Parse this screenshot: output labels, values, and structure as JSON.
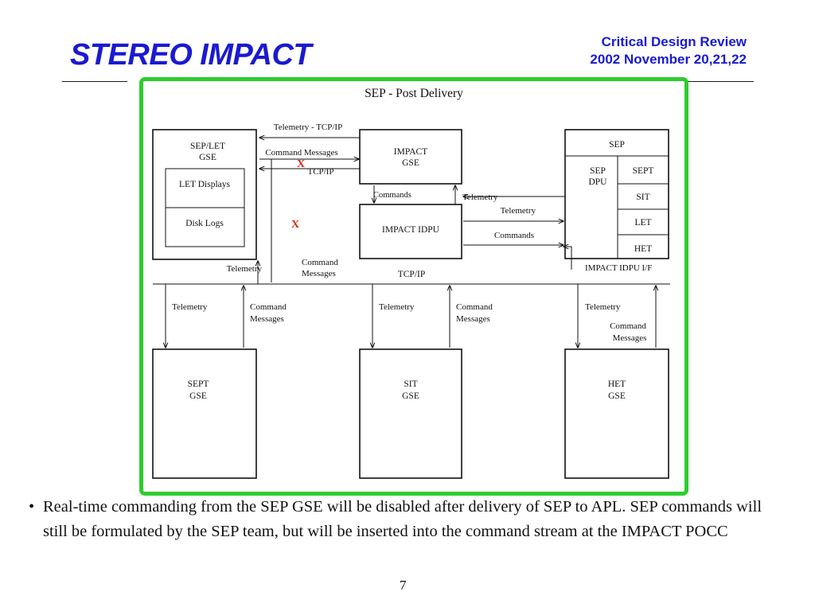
{
  "header": {
    "title": "STEREO IMPACT",
    "review_line1": "Critical Design Review",
    "review_line2": "2002 November 20,21,22"
  },
  "diagram": {
    "title": "SEP - Post Delivery",
    "boxes": {
      "sep_let_gse": [
        "SEP/LET",
        "GSE"
      ],
      "let_displays": "LET Displays",
      "disk_logs": "Disk Logs",
      "impact_gse": [
        "IMPACT",
        "GSE"
      ],
      "impact_idpu": "IMPACT IDPU",
      "sep": "SEP",
      "sep_dpu": [
        "SEP",
        "DPU"
      ],
      "sept": "SEPT",
      "sit": "SIT",
      "let": "LET",
      "het": "HET",
      "sept_gse": [
        "SEPT",
        "GSE"
      ],
      "sit_gse": [
        "SIT",
        "GSE"
      ],
      "het_gse": [
        "HET",
        "GSE"
      ]
    },
    "labels": {
      "telemetry_tcpip": "Telemetry - TCP/IP",
      "command_messages": "Command Messages",
      "tcpip_short": "TCP/IP",
      "commands": "Commands",
      "telemetry": "Telemetry",
      "command_messages_stacked": [
        "Command",
        "Messages"
      ],
      "bus_tcpip": "TCP/IP",
      "impact_idpu_if": "IMPACT IDPU I/F",
      "disabled_mark": "X"
    },
    "colors": {
      "frame": "#2ecc2e",
      "disabled_mark": "#d42a1a",
      "title": "#1a1ad0"
    }
  },
  "bullets": [
    "Real-time commanding from the SEP GSE will be disabled after delivery of SEP to APL. SEP commands will still be formulated by the SEP team, but will be inserted into the command stream at the IMPACT POCC"
  ],
  "footer": {
    "page_number": "7"
  }
}
